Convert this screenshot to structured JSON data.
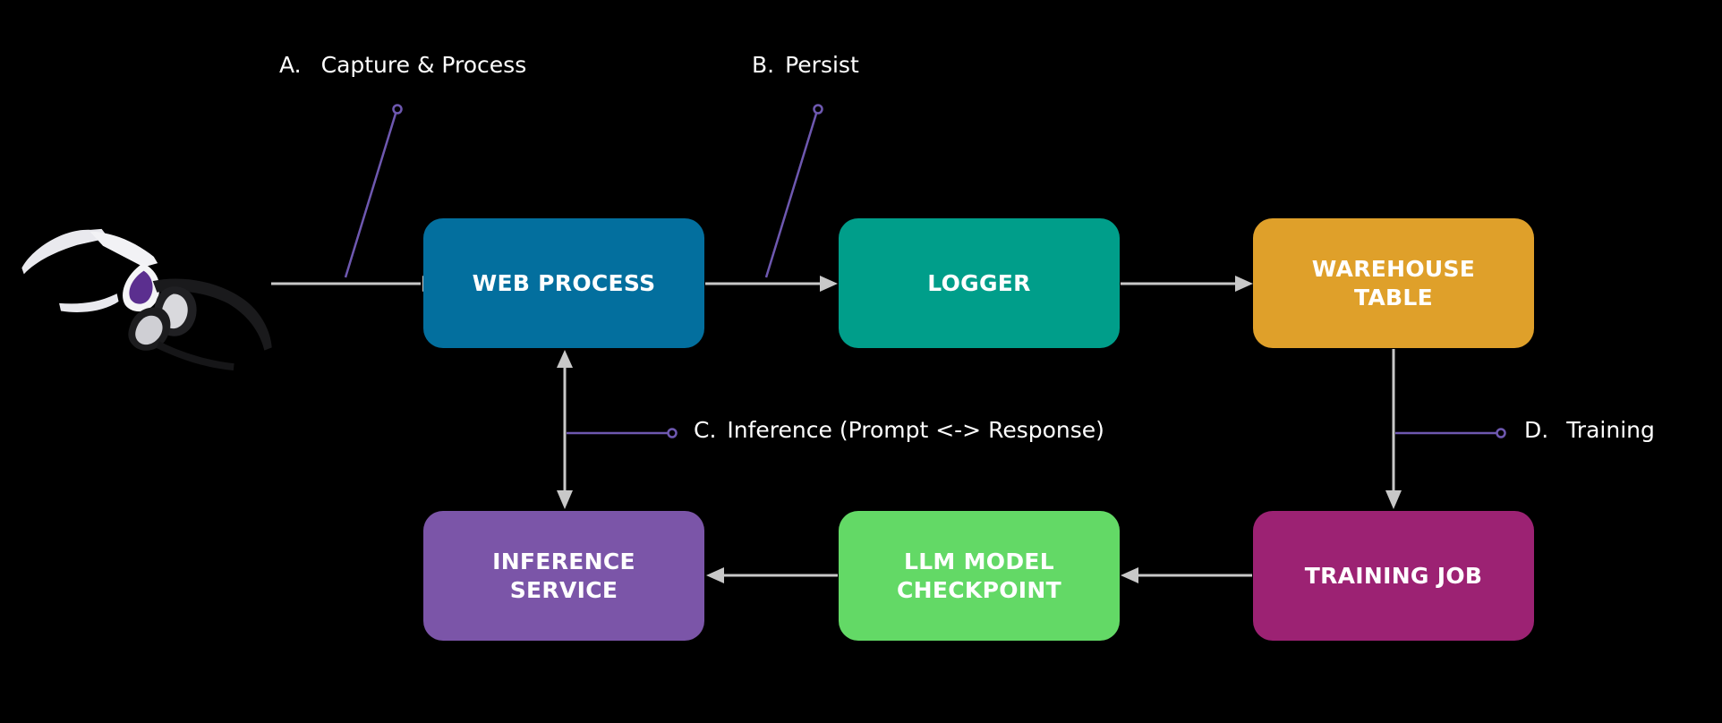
{
  "colors": {
    "background": "#000000",
    "arrow": "#c8c8c8",
    "callout_line": "#6e58b0",
    "text": "#ffffff"
  },
  "icons": {
    "device": "smart-glasses-icon"
  },
  "nodes": {
    "web_process": {
      "label": "WEB PROCESS",
      "color": "#036f9e"
    },
    "logger": {
      "label": "LOGGER",
      "color": "#009e8a"
    },
    "warehouse_table": {
      "label_line1": "WAREHOUSE",
      "label_line2": "TABLE",
      "color": "#dfa02a"
    },
    "inference_service": {
      "label_line1": "INFERENCE",
      "label_line2": "SERVICE",
      "color": "#7b55a8"
    },
    "llm_model_checkpoint": {
      "label_line1": "LLM MODEL",
      "label_line2": "CHECKPOINT",
      "color": "#63d966"
    },
    "training_job": {
      "label": "TRAINING JOB",
      "color": "#9c2273"
    }
  },
  "callouts": {
    "a": {
      "letter": "A.",
      "text": "Capture & Process"
    },
    "b": {
      "letter": "B.",
      "text": "Persist"
    },
    "c": {
      "letter": "C.",
      "text": "Inference (Prompt <-> Response)"
    },
    "d": {
      "letter": "D.",
      "text": "Training"
    }
  }
}
